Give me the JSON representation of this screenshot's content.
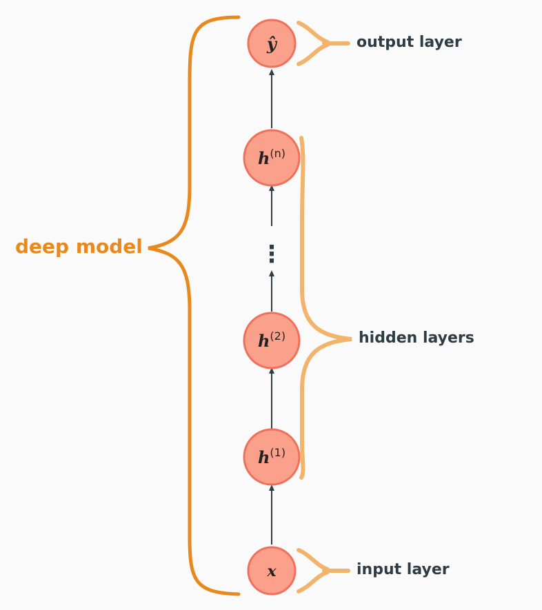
{
  "colors": {
    "background": "#fafafa",
    "node_fill": "#fba08a",
    "node_stroke": "#f0705c",
    "arrow": "#2e3d45",
    "brace_dark": "#e8891d",
    "brace_light": "#f2b46a",
    "label_dark": "#2e3d45",
    "label_orange": "#e8891d"
  },
  "labels": {
    "deep_model": "deep model",
    "output_layer": "output layer",
    "hidden_layers": "hidden layers",
    "input_layer": "input layer"
  },
  "nodes": {
    "y_hat": {
      "base": "ŷ",
      "sup": ""
    },
    "h_n": {
      "base": "h",
      "sup": "(n)"
    },
    "h_2": {
      "base": "h",
      "sup": "(2)"
    },
    "h_1": {
      "base": "h",
      "sup": "(1)"
    },
    "x": {
      "base": "x",
      "sup": ""
    }
  },
  "ellipsis": "⋮"
}
